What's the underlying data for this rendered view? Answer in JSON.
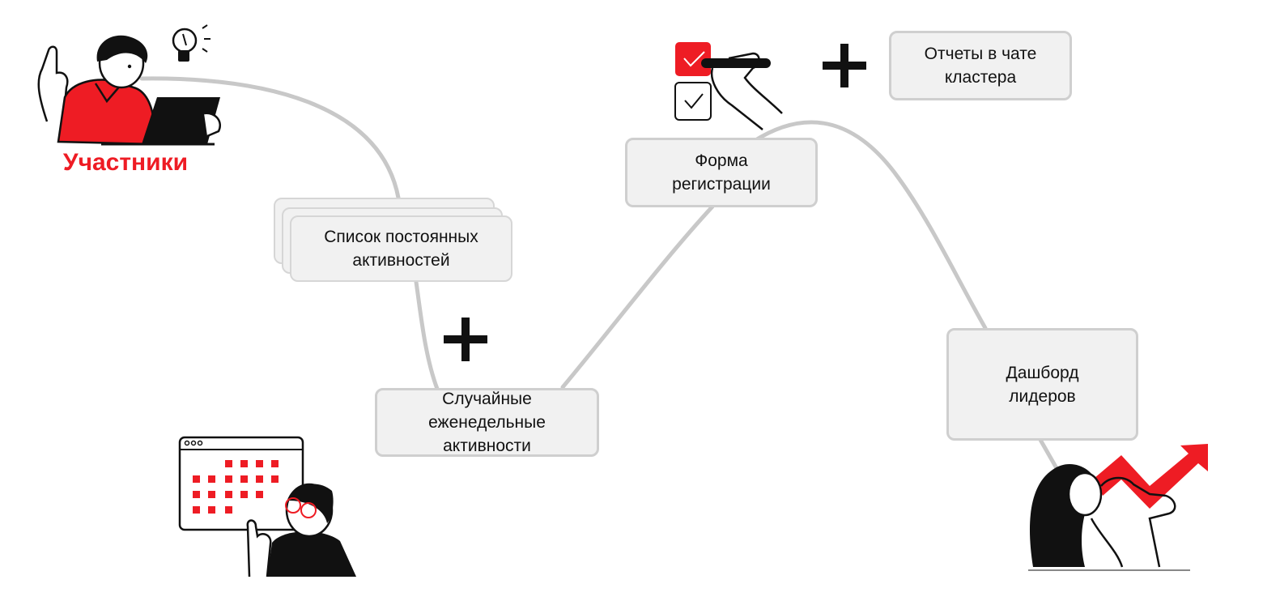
{
  "colors": {
    "accent": "#ee1c24",
    "connector": "#c8c8c8",
    "box_fill": "#f1f1f1",
    "box_border": "#cfcfcf",
    "ink": "#111111"
  },
  "participants_label": "Участники",
  "nodes": {
    "activities_list": "Список постоянных\nактивностей",
    "random_weekly": "Случайные\nеженедельные\nактивности",
    "registration_form": "Форма\nрегистрации",
    "cluster_chat_reports": "Отчеты в чате\nкластера",
    "leaders_dashboard": "Дашборд\nлидеров"
  },
  "icons": [
    "person-with-tablet-icon",
    "lightbulb-icon",
    "checkbox-hand-icon",
    "calendar-person-icon",
    "woman-growth-arrow-icon",
    "plus-icon"
  ]
}
